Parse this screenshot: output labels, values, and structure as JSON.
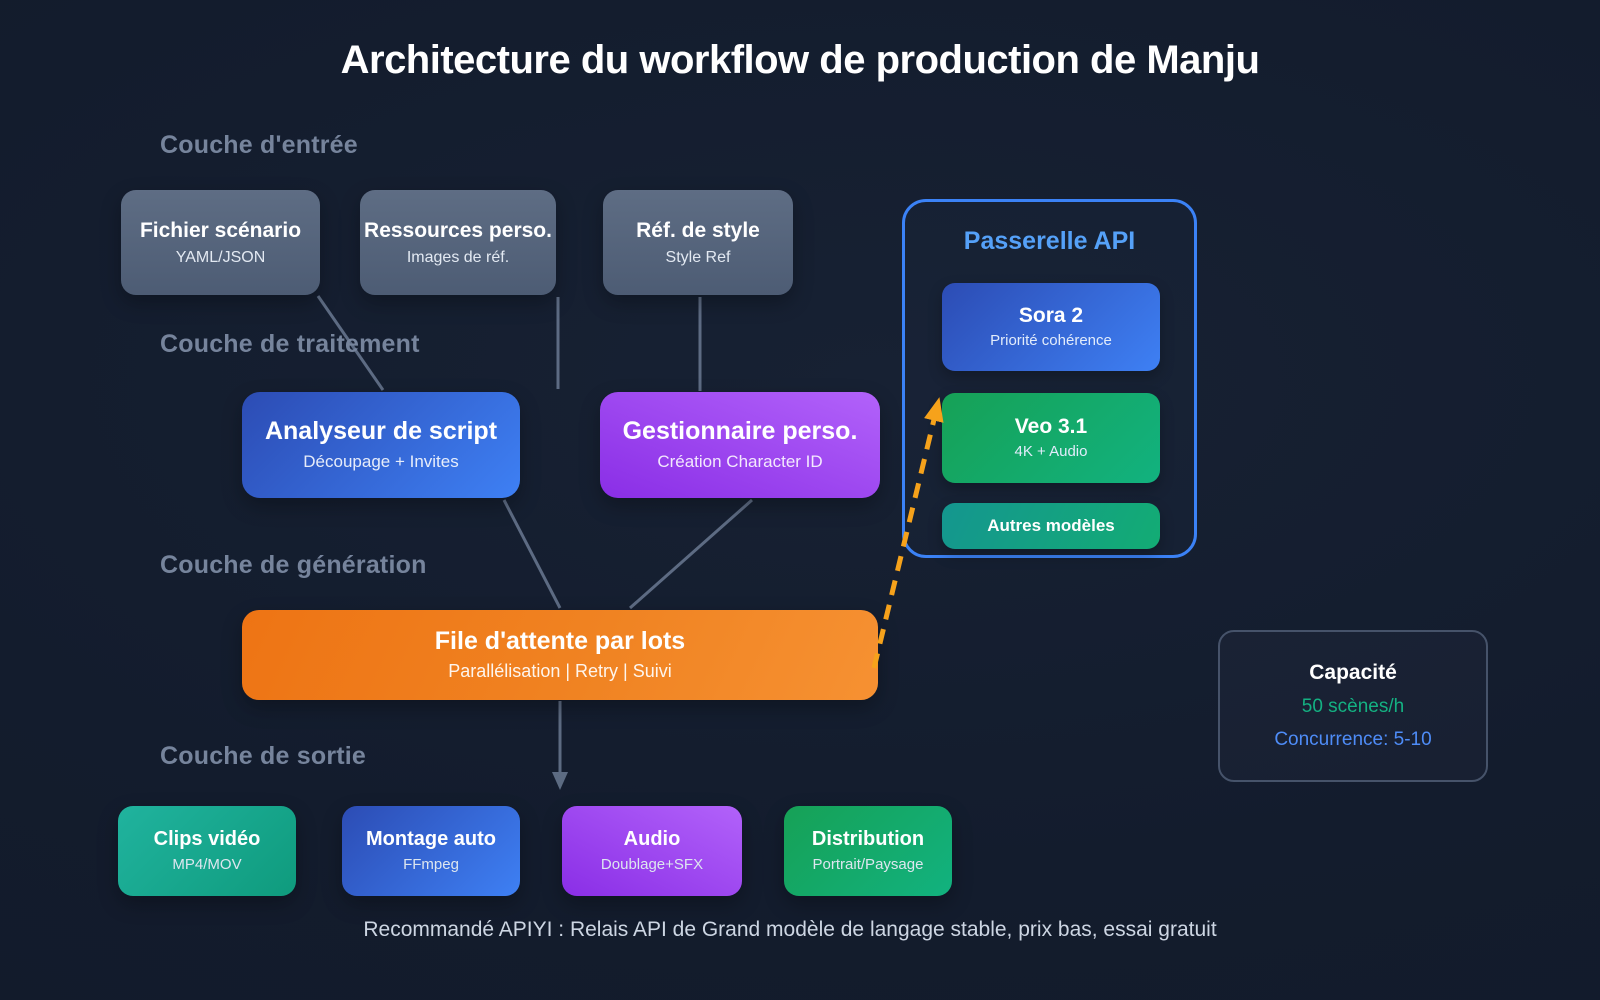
{
  "title": "Architecture du workflow de production de Manju",
  "layers": {
    "input": {
      "label": "Couche d'entrée",
      "boxes": [
        {
          "title": "Fichier scénario",
          "subtitle": "YAML/JSON"
        },
        {
          "title": "Ressources perso.",
          "subtitle": "Images de réf."
        },
        {
          "title": "Réf. de style",
          "subtitle": "Style Ref"
        }
      ]
    },
    "processing": {
      "label": "Couche de traitement",
      "boxes": [
        {
          "title": "Analyseur de script",
          "subtitle": "Découpage + Invites"
        },
        {
          "title": "Gestionnaire perso.",
          "subtitle": "Création Character ID"
        }
      ]
    },
    "generation": {
      "label": "Couche de génération",
      "queue": {
        "title": "File d'attente par lots",
        "subtitle": "Parallélisation | Retry | Suivi"
      }
    },
    "output": {
      "label": "Couche de sortie",
      "boxes": [
        {
          "title": "Clips vidéo",
          "subtitle": "MP4/MOV"
        },
        {
          "title": "Montage auto",
          "subtitle": "FFmpeg"
        },
        {
          "title": "Audio",
          "subtitle": "Doublage+SFX"
        },
        {
          "title": "Distribution",
          "subtitle": "Portrait/Paysage"
        }
      ]
    }
  },
  "api_gateway": {
    "title": "Passerelle API",
    "models": [
      {
        "title": "Sora 2",
        "subtitle": "Priorité cohérence"
      },
      {
        "title": "Veo 3.1",
        "subtitle": "4K + Audio"
      },
      {
        "title": "Autres modèles"
      }
    ]
  },
  "capacity": {
    "title": "Capacité",
    "rate": "50 scènes/h",
    "concurrency": "Concurrence: 5-10"
  },
  "footer": {
    "note": "Recommandé APIYI : Relais API de Grand modèle de langage stable, prix bas, essai gratuit"
  },
  "colors": {
    "background": "#131c2d",
    "gateway_border": "#3b82f6",
    "gateway_title": "#55a1f8",
    "box_gray": "#55647c",
    "box_blue_start": "#2c4cb4",
    "box_blue_end": "#3e80f4",
    "box_purple_start": "#8a2ee6",
    "box_purple_end": "#b262fa",
    "box_orange_start": "#ee7414",
    "box_orange_end": "#f69132",
    "box_teal_start": "#20b39e",
    "box_teal_end": "#0f9b7d",
    "box_green_start": "#16a156",
    "box_green_end": "#12b27f",
    "connector_gray": "#65748c",
    "dashed_arrow_amber": "#f6a21b",
    "section_label": "#76849c",
    "capacity_rate_green": "#14b182",
    "capacity_concurrency_blue": "#4e8cf7",
    "footer_text": "#cdd6e3"
  }
}
